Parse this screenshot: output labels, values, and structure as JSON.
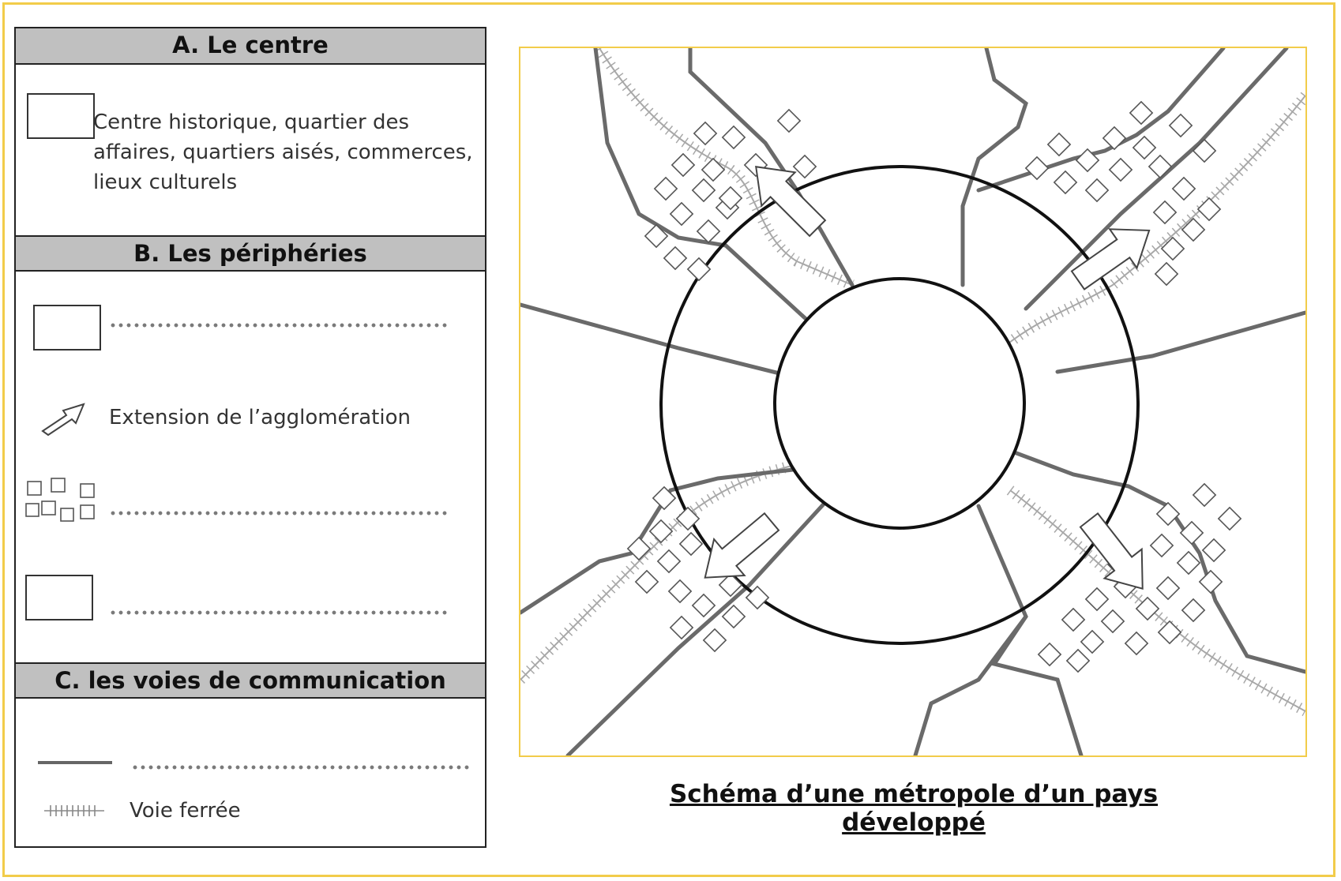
{
  "legend": {
    "section_a": {
      "title": "A. Le centre",
      "item_text": "Centre historique, quartier des affaires, quartiers aisés, commerces, lieux culturels"
    },
    "section_b": {
      "title": "B. Les périphéries",
      "item_extension": "Extension de l’agglomération"
    },
    "section_c": {
      "title": "C. les voies de communication",
      "item_railway": "Voie ferrée"
    }
  },
  "map": {
    "caption": "Schéma d’une métropole d’un pays développé",
    "colors": {
      "road": "#666666",
      "rail": "#a8a8a8",
      "ring": "#111111",
      "frame": "#f2cc4a"
    }
  }
}
